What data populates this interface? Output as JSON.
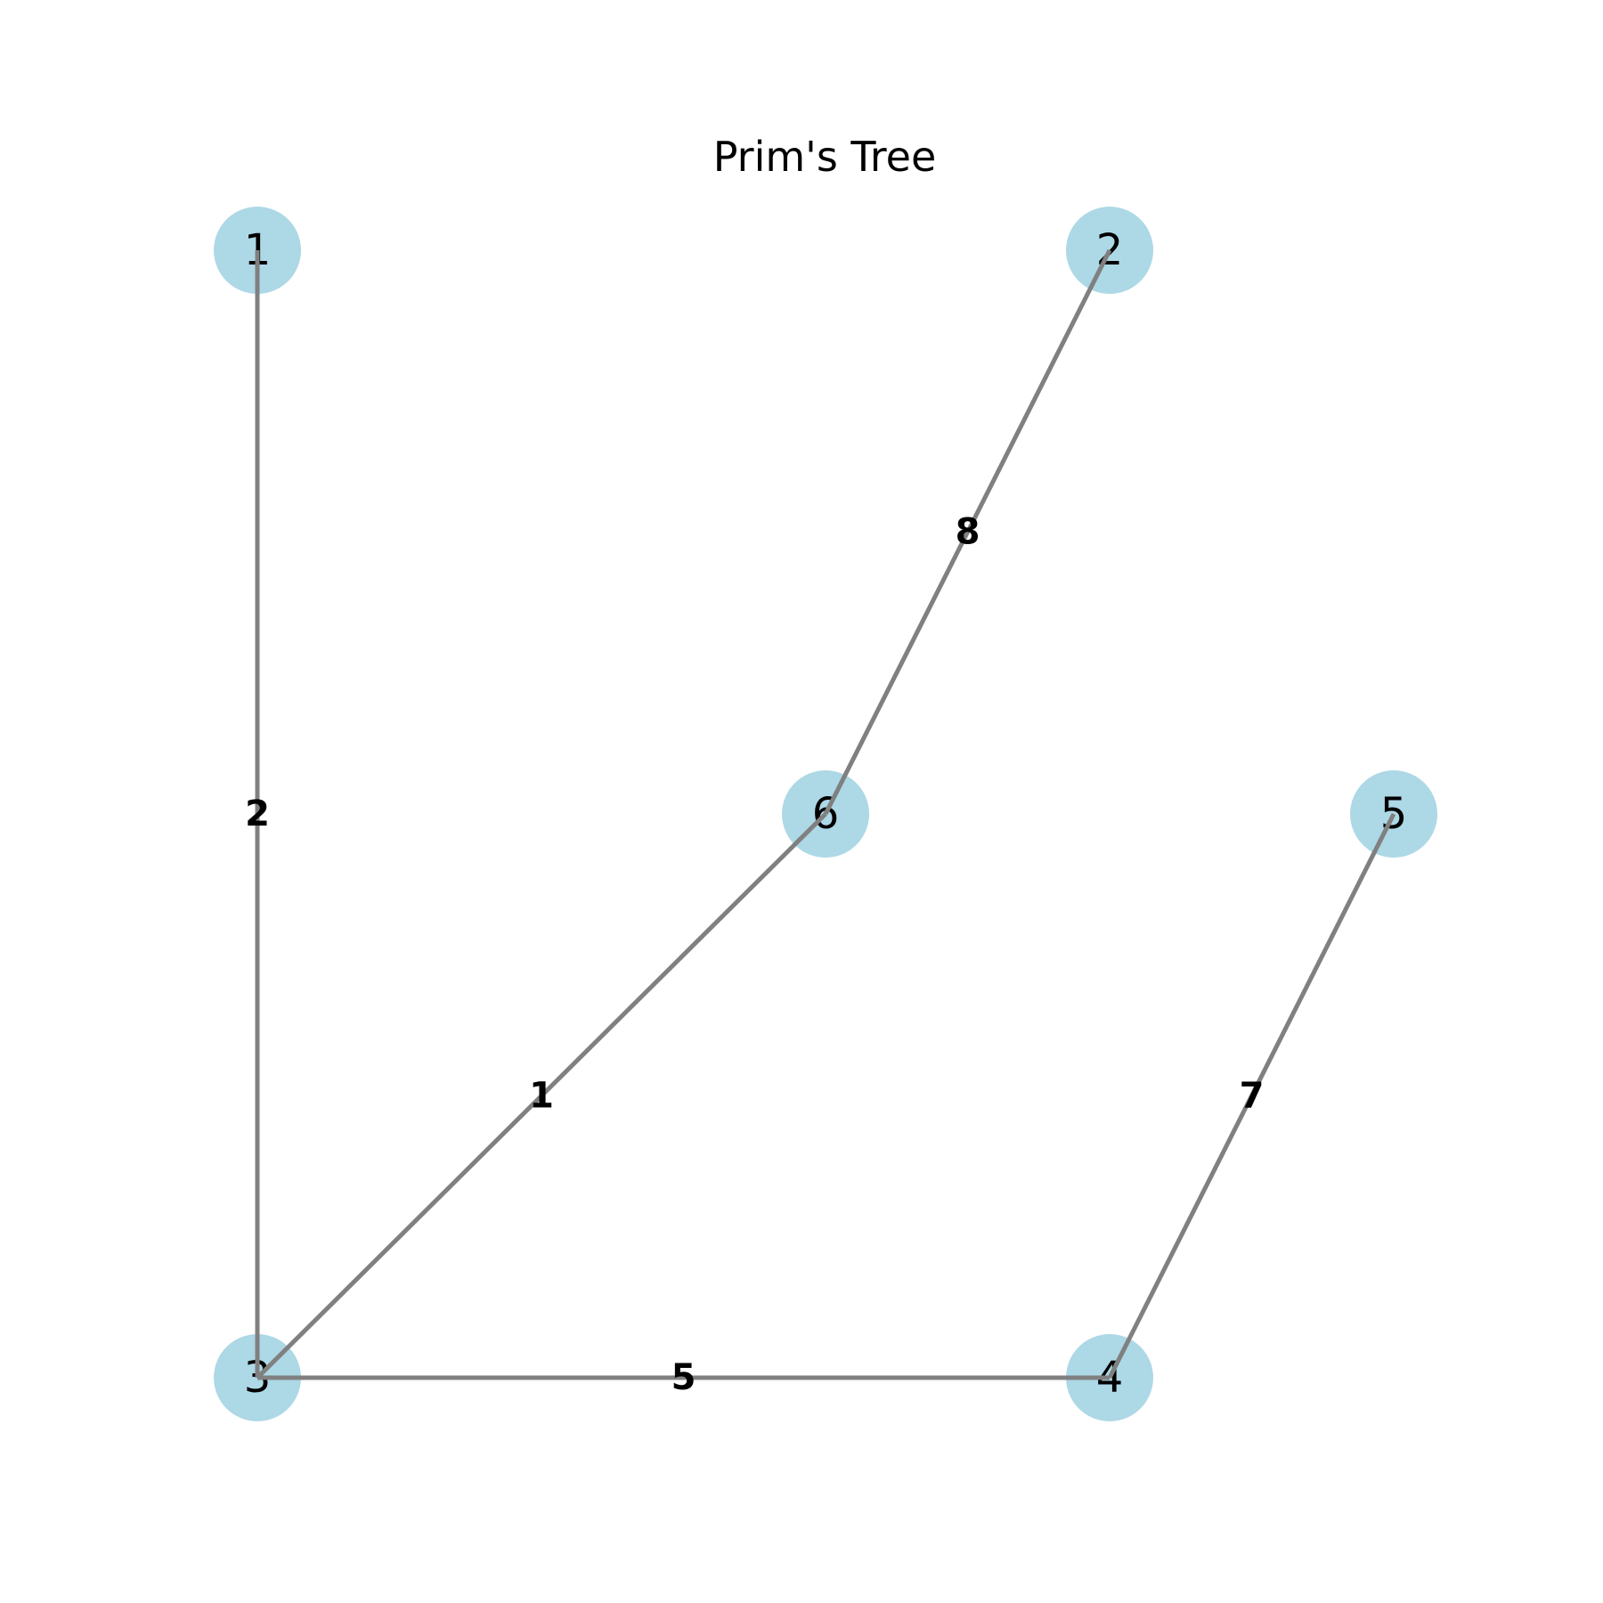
{
  "title": "Prim's Tree",
  "colors": {
    "node_fill": "#add8e6",
    "edge_stroke": "#808080",
    "label_color": "#000000",
    "background": "#ffffff"
  },
  "nodes": [
    {
      "id": "1",
      "label": "1"
    },
    {
      "id": "2",
      "label": "2"
    },
    {
      "id": "3",
      "label": "3"
    },
    {
      "id": "4",
      "label": "4"
    },
    {
      "id": "5",
      "label": "5"
    },
    {
      "id": "6",
      "label": "6"
    }
  ],
  "edges": [
    {
      "source": "1",
      "target": "3",
      "weight": "2"
    },
    {
      "source": "2",
      "target": "6",
      "weight": "8"
    },
    {
      "source": "3",
      "target": "6",
      "weight": "1"
    },
    {
      "source": "3",
      "target": "4",
      "weight": "5"
    },
    {
      "source": "4",
      "target": "5",
      "weight": "7"
    }
  ]
}
